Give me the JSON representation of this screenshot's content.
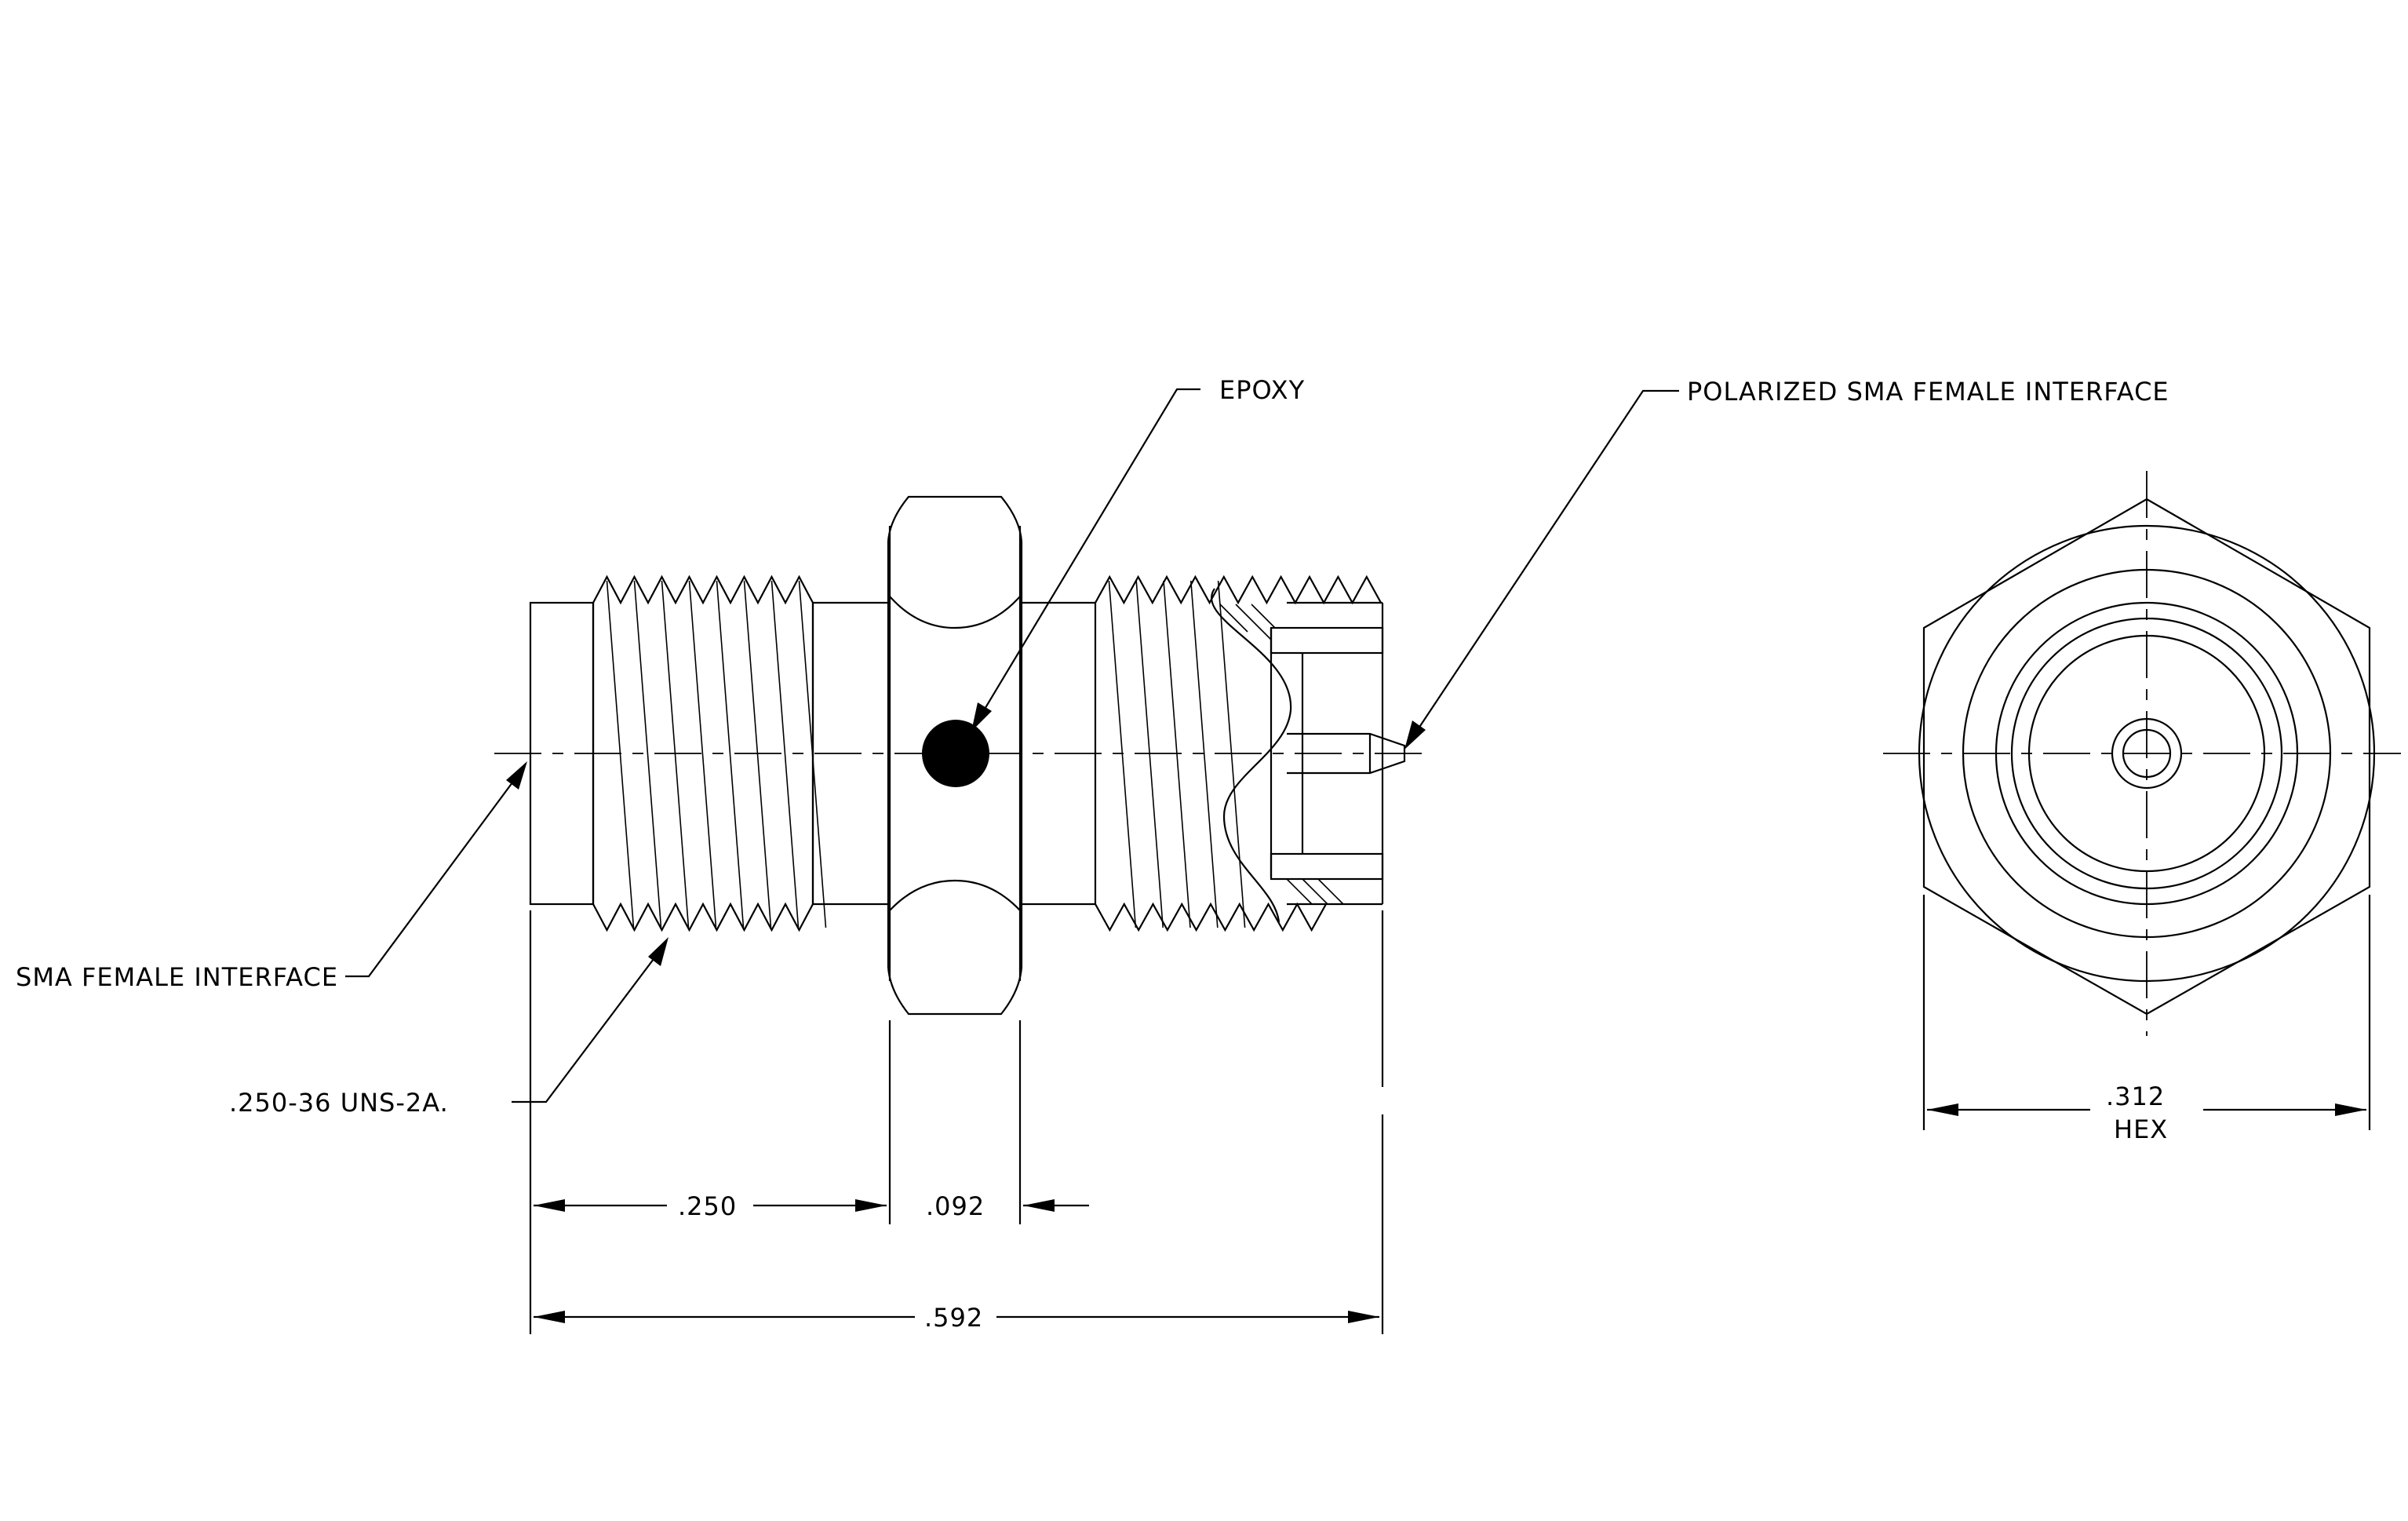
{
  "labels": {
    "epoxy": "EPOXY",
    "polarized": "POLARIZED SMA FEMALE INTERFACE",
    "sma_female": "SMA FEMALE INTERFACE",
    "thread": ".250-36 UNS-2A."
  },
  "dimensions": {
    "d250": ".250",
    "d092": ".092",
    "d592": ".592",
    "d312": ".312",
    "hex": "HEX"
  }
}
